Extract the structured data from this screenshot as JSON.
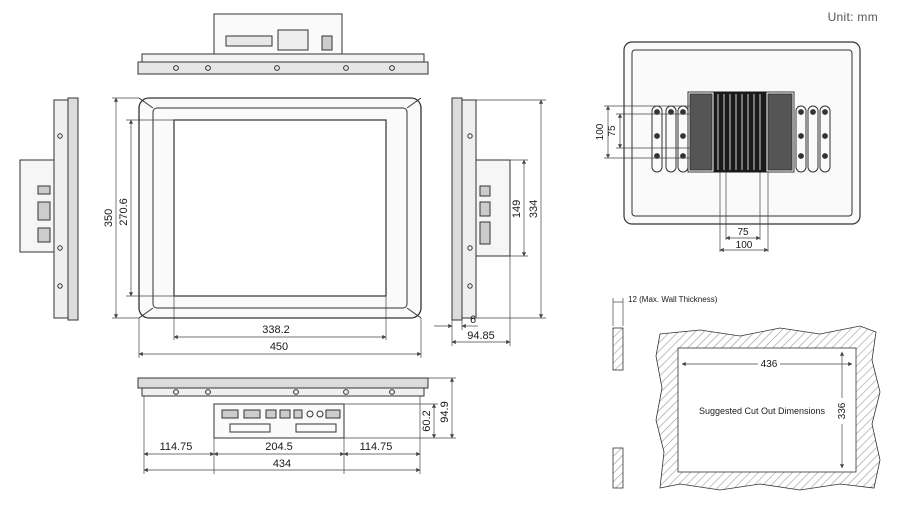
{
  "unit_label": "Unit: mm",
  "front": {
    "width": "450",
    "height": "350",
    "view_width": "338.2",
    "view_height": "270.6"
  },
  "side": {
    "bezel": "6",
    "depth": "94.85",
    "box_height": "149",
    "panel_height": "334"
  },
  "bottom": {
    "left_offset": "114.75",
    "center": "204.5",
    "right_offset": "114.75",
    "total": "434",
    "box_depth": "60.2",
    "overall_depth": "94.9"
  },
  "rear": {
    "vesa_v_outer": "100",
    "vesa_v_inner": "75",
    "vesa_h_inner": "75",
    "vesa_h_outer": "100"
  },
  "cutout": {
    "wall_note": "12 (Max. Wall Thickness)",
    "width": "436",
    "height": "336",
    "label": "Suggested Cut Out Dimensions"
  },
  "colors": {
    "line": "#333333",
    "hatch": "#9a9a9a",
    "dim": "#444444"
  }
}
